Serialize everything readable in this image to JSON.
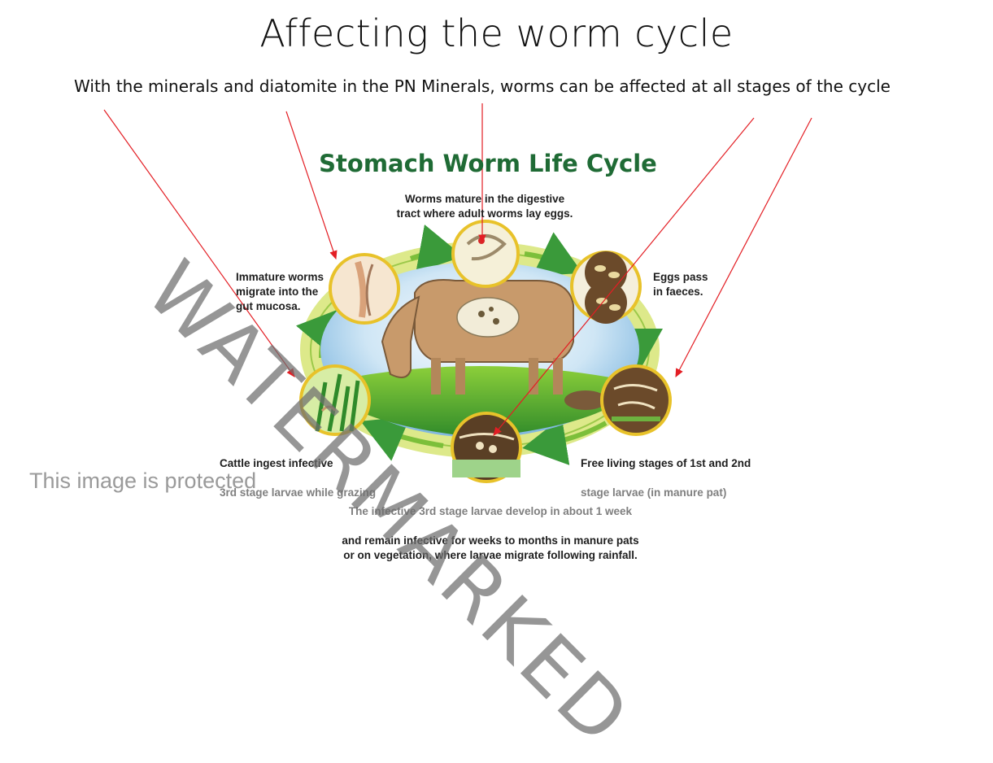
{
  "title": "Affecting the worm cycle",
  "subtitle": "With the minerals and diatomite in the PN Minerals, worms can be affected at all stages of the cycle",
  "diagram": {
    "title": "Stomach Worm Life Cycle",
    "stages": {
      "mature": "Worms mature in the digestive\ntract where adult worms lay eggs.",
      "eggs": "Eggs pass\nin faeces.",
      "free_living_1": "Free living stages of 1st and 2nd",
      "free_living_2": "stage larvae (in manure pat)",
      "develop_1": "The infective 3rd stage larvae develop in about 1 week",
      "develop_2": "and remain infective for weeks  to months in manure pats\nor on vegetation, where larvae migrate following rainfall.",
      "ingest_1": "Cattle ingest infective",
      "ingest_2": "3rd stage larvae while grazing",
      "immature": "Immature worms\nmigrate into the\ngut mucosa."
    }
  },
  "watermark": "WATERMARKED",
  "protected_notice": "This image is protected",
  "colors": {
    "arrow": "#e31e24",
    "title_green": "#1f6b35",
    "cycle_ring": "#e8f0a0"
  }
}
